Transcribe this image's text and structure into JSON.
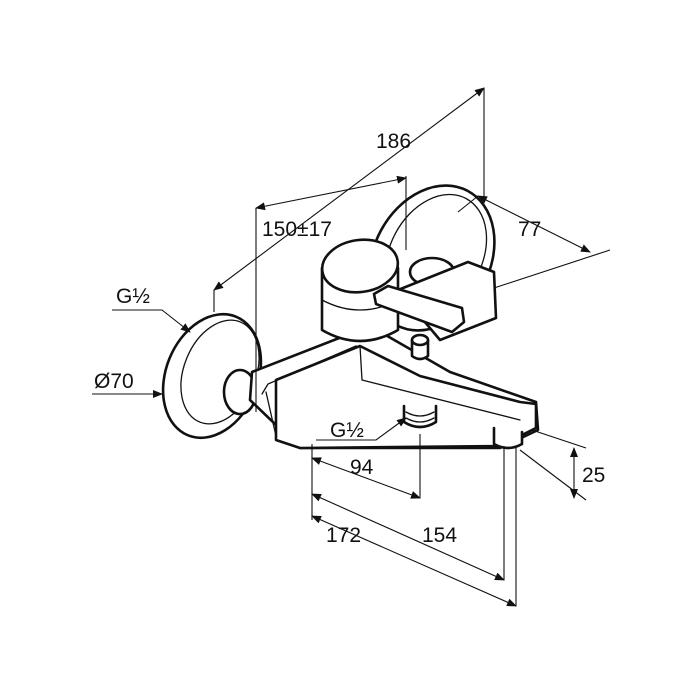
{
  "diagram": {
    "labels": {
      "width_overall": "186",
      "adjust_range": "150±17",
      "depth": "77",
      "wall_thread": "G½",
      "flange_diameter": "Ø70",
      "outlet_thread": "G½",
      "outlet_offset": "94",
      "spout_height": "25",
      "spout_reach_total": "172",
      "spout_reach": "154"
    }
  }
}
